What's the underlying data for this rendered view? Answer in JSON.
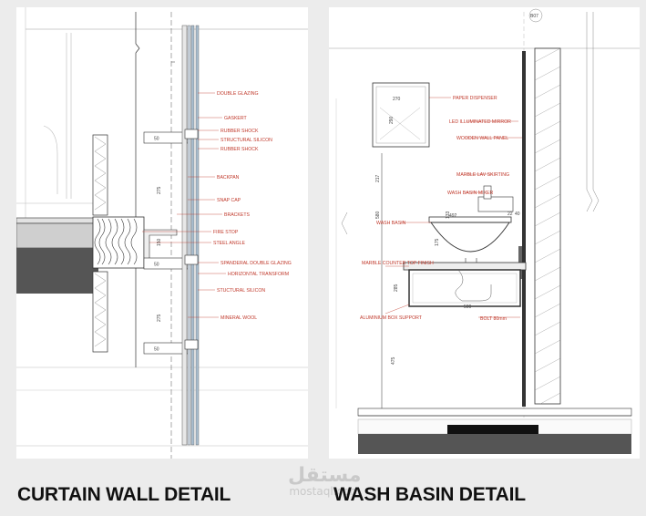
{
  "captions": {
    "left": "CURTAIN WALL DETAIL",
    "right": "WASH BASIN DETAIL"
  },
  "watermark": {
    "arabic": "مستقل",
    "latin": "mostaql.com"
  },
  "colors": {
    "label": "#c0392b",
    "line": "#333333",
    "glass": "#aabfd0",
    "slab": "#555555"
  },
  "curtain_wall": {
    "labels": [
      "DOUBLE GLAZING",
      "GASKERT",
      "RUBBER SHOCK",
      "STRUCTURAL SILICON",
      "RUBBER SHOCK",
      "BACKPAN",
      "SNAP CAP",
      "BRACKETS",
      "FIRE STOP",
      "STEEL ANGLE",
      "SPANDERAL DOUBLE GLAZING",
      "HORIZONTAL TRANSFORM",
      "STUCTURAL SILICON",
      "MINERAL WOOL"
    ],
    "dimensions": [
      "50",
      "275",
      "150",
      "50",
      "275",
      "50"
    ]
  },
  "wash_basin": {
    "labels": [
      "PAPER DISPENSER",
      "LED ILLUMINATED MIRROR",
      "WOODEN WALL PANEL",
      "MARBLE LAV SKIRTING",
      "WASH BASIN MIXER",
      "WASH BASIN",
      "MARBLE COUNTER TOP FINISH",
      "ALUMINIUM BOX SUPPORT",
      "BOLT 80mm"
    ],
    "dimensions": [
      "270",
      "290",
      "217",
      "580",
      "133",
      "492",
      "22",
      "40",
      "175",
      "285",
      "500",
      "475"
    ],
    "grid_tag": "B07"
  }
}
